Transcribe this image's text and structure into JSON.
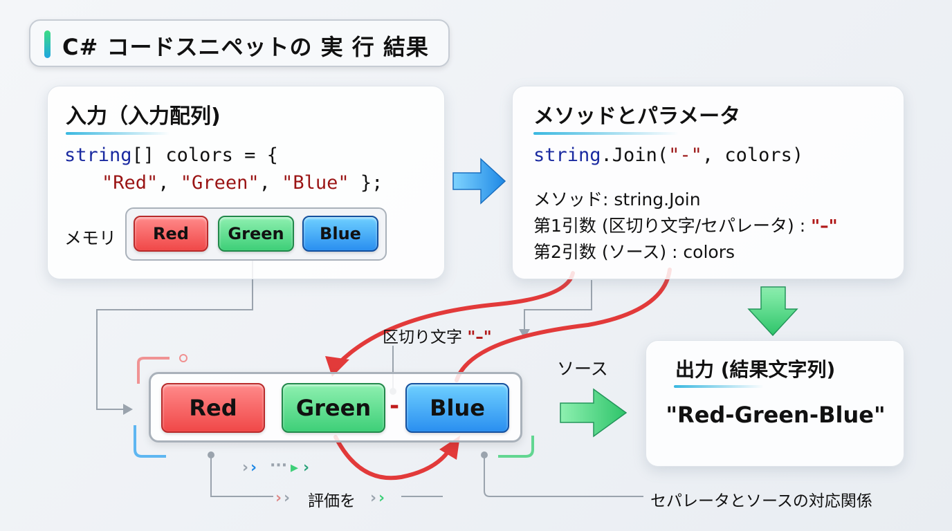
{
  "title": "C# コードスニペットの 実 行 結果",
  "input": {
    "heading": "入力（入力配列)",
    "code_kw": "string",
    "code_line1_rest": "[] colors = {",
    "code_line2": [
      "\"Red\"",
      "\"Green\"",
      "\"Blue\""
    ],
    "code_sep": ", ",
    "code_end": " };",
    "memory_label": "メモリ",
    "chips": [
      "Red",
      "Green",
      "Blue"
    ]
  },
  "method": {
    "heading": "メソッドとパラメータ",
    "code_kw": "string",
    "code_rest1": ".Join(",
    "code_sep": "\"-\"",
    "code_rest2": ", colors)",
    "line1": "メソッド: string.Join",
    "line2": "第1引数 (区切り文字/セパレータ) : ",
    "line2_value": "\"–\"",
    "line3": "第2引数 (ソース) : colors"
  },
  "process": {
    "separator_label": "区切り文字 ",
    "separator_value": "\"–\"",
    "chips": [
      "Red",
      "Green",
      "Blue"
    ],
    "dash": "-",
    "source_label": "ソース",
    "evaluate_label": "評価を",
    "relation_label": "セパレータとソースの対応関係"
  },
  "output": {
    "heading": "出力 (結果文字列)",
    "value": "\"Red-Green-Blue\""
  },
  "colors": {
    "red": "#f04848",
    "green": "#3ecf78",
    "blue": "#2a8ff0",
    "arrow_red": "#e23a3a"
  }
}
